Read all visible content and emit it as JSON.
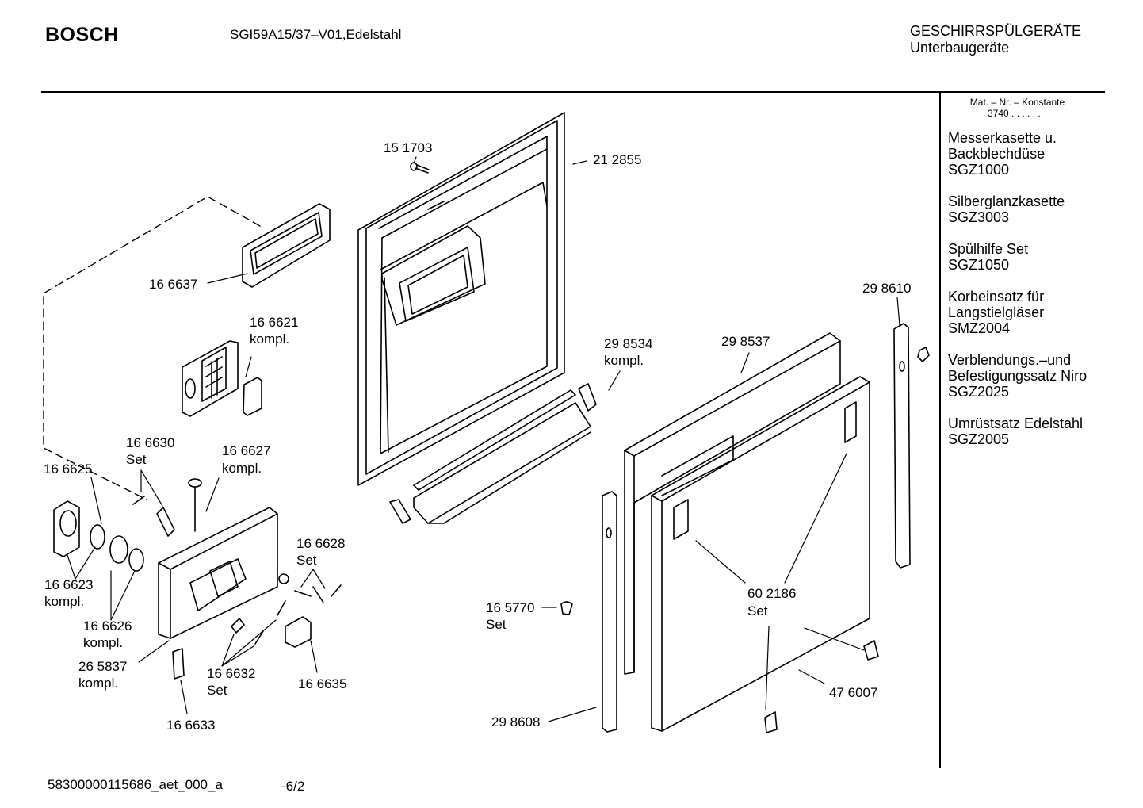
{
  "header": {
    "brand": "BOSCH",
    "model": "SGI59A15/37–V01,Edelstahl",
    "category_line1": "GESCHIRRSPÜLGERÄTE",
    "category_line2": "Unterbaugeräte"
  },
  "sidebar": {
    "mat_header": "Mat. – Nr. – Konstante",
    "mat_number": "3740  .  .  .  .  .  .",
    "accessories": [
      {
        "line1": "Messerkasette u.",
        "line2": "Backblechdüse",
        "line3": "SGZ1000"
      },
      {
        "line1": "Silberglanzkasette",
        "line2": "SGZ3003"
      },
      {
        "line1": "Spülhilfe Set",
        "line2": "SGZ1050"
      },
      {
        "line1": "Korbeinsatz für",
        "line2": "Langstielgläser",
        "line3": "SMZ2004"
      },
      {
        "line1": "Verblendungs.–und",
        "line2": "Befestigungssatz Niro",
        "line3": "SGZ2025"
      },
      {
        "line1": "Umrüstsatz Edelstahl",
        "line2": "SGZ2005"
      }
    ]
  },
  "parts": {
    "p151703": "15 1703",
    "p212855": "21 2855",
    "p166637": "16 6637",
    "p166621": "16 6621",
    "p166621_sub": "kompl.",
    "p298534": "29 8534",
    "p298534_sub": "kompl.",
    "p298537": "29 8537",
    "p298610": "29 8610",
    "p166630": "16 6630",
    "p166630_sub": "Set",
    "p166627": "16 6627",
    "p166627_sub": "kompl.",
    "p166625": "16 6625",
    "p166628": "16 6628",
    "p166628_sub": "Set",
    "p166623": "16 6623",
    "p166623_sub": "kompl.",
    "p166626": "16 6626",
    "p166626_sub": "kompl.",
    "p265837": "26 5837",
    "p265837_sub": "kompl.",
    "p166632": "16 6632",
    "p166632_sub": "Set",
    "p166635": "16 6635",
    "p166633": "16 6633",
    "p165770": "16 5770",
    "p165770_sub": "Set",
    "p602186": "60 2186",
    "p602186_sub": "Set",
    "p476007": "47 6007",
    "p298608": "29 8608"
  },
  "footer": {
    "code": "58300000115686_aet_000_a",
    "page": "-6/2"
  }
}
